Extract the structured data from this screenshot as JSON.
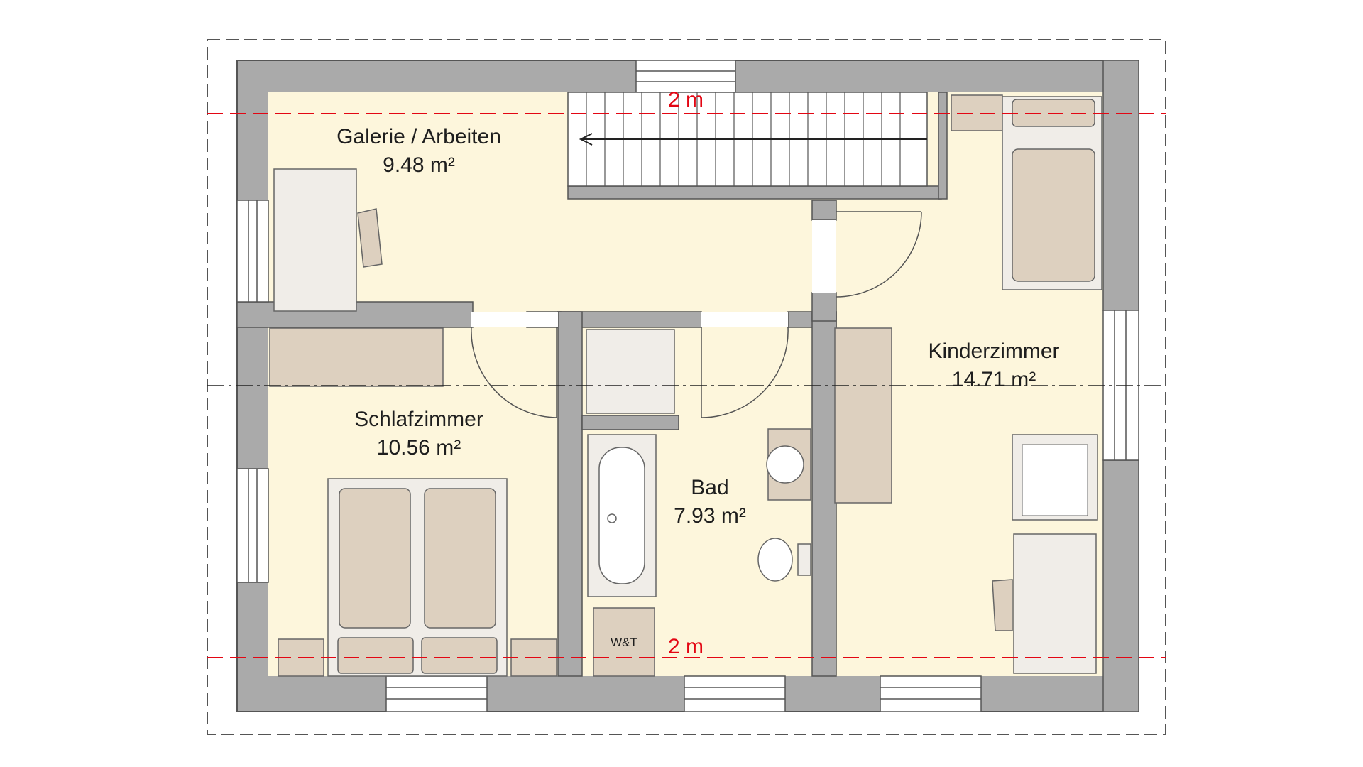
{
  "rooms": {
    "galerie": {
      "name": "Galerie / Arbeiten",
      "area": "9.48 m²"
    },
    "schlafzimmer": {
      "name": "Schlafzimmer",
      "area": "10.56 m²"
    },
    "bad": {
      "name": "Bad",
      "area": "7.93 m²"
    },
    "kinderzimmer": {
      "name": "Kinderzimmer",
      "area": "14.71 m²"
    }
  },
  "labels": {
    "wt": "W&T",
    "dimension_top": "2 m",
    "dimension_bottom": "2 m"
  },
  "colors": {
    "wall": "#aaaaaa",
    "floor": "#fdf6dc",
    "furniture": "#ddd0bf",
    "dimension_line": "#e30613"
  }
}
